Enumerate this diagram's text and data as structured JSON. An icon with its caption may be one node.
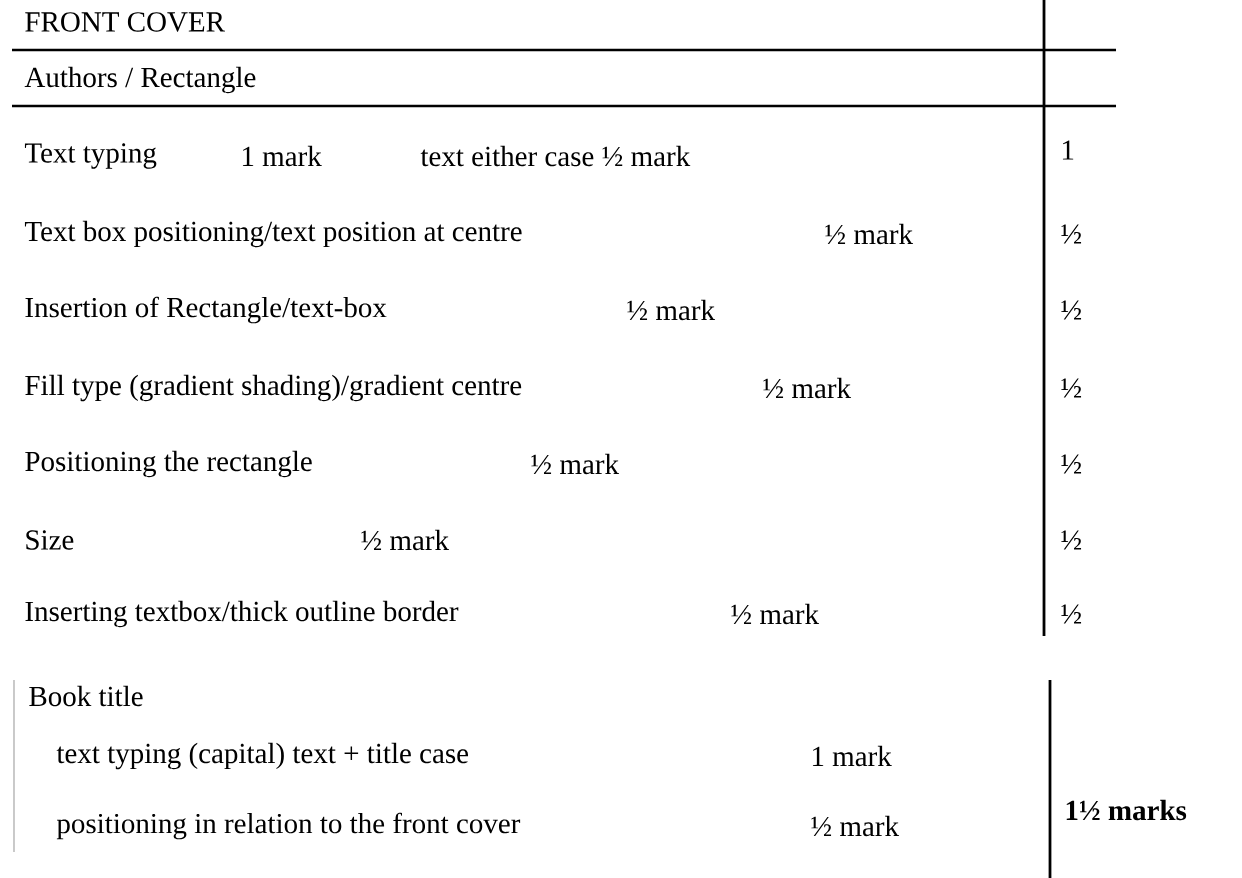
{
  "diagram": {
    "labels": [
      "FRONT COVER",
      "Authors / Rectangle",
      "Text typing",
      "1 mark",
      "text either case ½ mark",
      "1",
      "Text box positioning/text position at centre",
      "½ mark",
      "½",
      "Insertion of Rectangle/text-box",
      "½ mark",
      "½",
      "Fill type (gradient shading)/gradient centre",
      "½ mark",
      "½",
      "Positioning the rectangle",
      "½ mark",
      "½",
      "Size",
      "½ mark",
      "½",
      "Inserting textbox/thick outline border",
      "½ mark",
      "½",
      "Book title",
      "text typing (capital) text + title case",
      "1 mark",
      "positioning in relation to the front cover",
      "½ mark",
      "1½ marks"
    ]
  }
}
